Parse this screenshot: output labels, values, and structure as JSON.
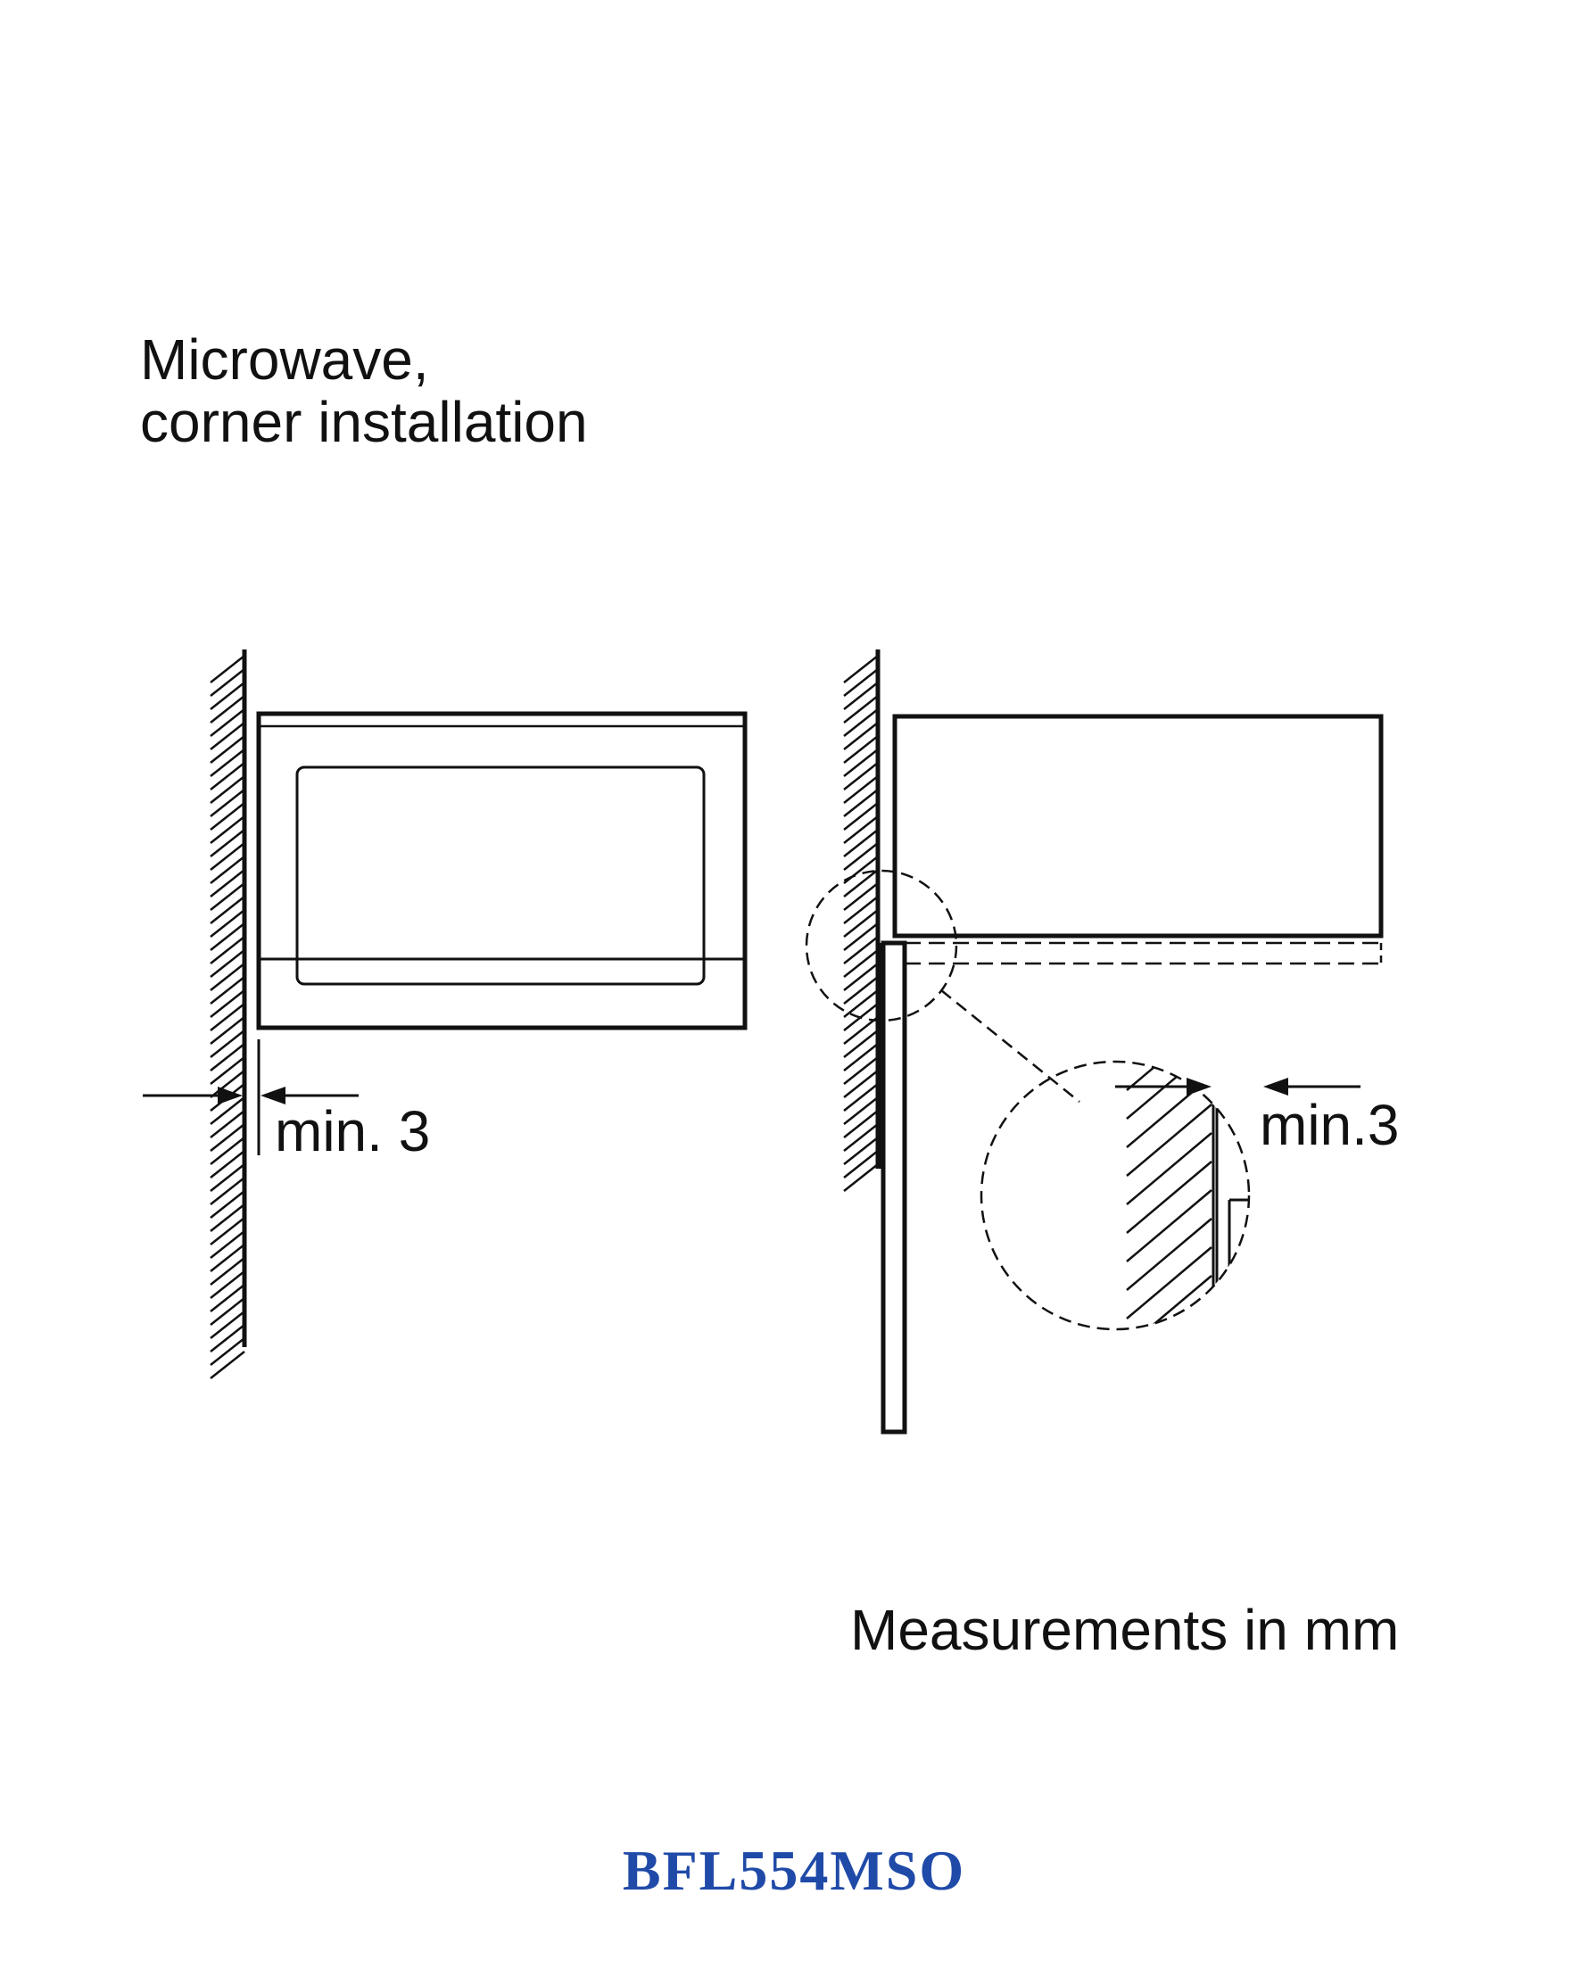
{
  "title": {
    "line1": "Microwave,",
    "line2": "corner installation"
  },
  "left_view": {
    "clearance_label": "min. 3"
  },
  "right_view": {
    "clearance_label": "min.3"
  },
  "units_note": "Measurements in mm",
  "model_number": "BFL554MSO",
  "colors": {
    "line": "#111111",
    "model_text": "#1f4aa8"
  }
}
